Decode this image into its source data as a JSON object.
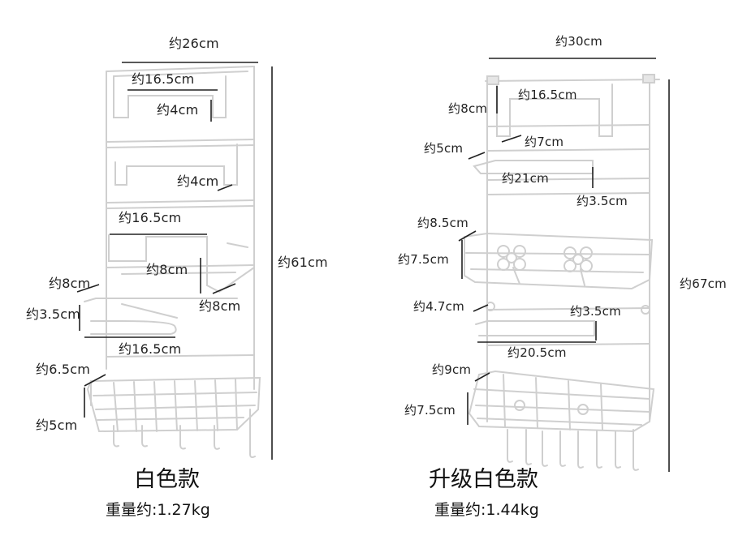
{
  "top_caption": "",
  "left": {
    "title": "白色款",
    "weight": "重量约:1.27kg",
    "dims": {
      "width": "约26cm",
      "hook_top": "约16.5cm",
      "hook_depth": "约4cm",
      "rail_gap": "约4cm",
      "shelf1_width": "约16.5cm",
      "shelf1_depth": "约8cm",
      "shelf1_side": "约8cm",
      "shelf1_height": "约8cm",
      "bar_height": "约3.5cm",
      "bar_width": "约16.5cm",
      "basket_top": "约6.5cm",
      "basket_bottom": "约5cm",
      "height": "约61cm"
    }
  },
  "right": {
    "title": "升级白色款",
    "weight": "重量约:1.44kg",
    "dims": {
      "width": "约30cm",
      "hook_top": "约16.5cm",
      "hook_height": "约8cm",
      "hook_depth": "约7cm",
      "rail_gap": "约5cm",
      "tray_width": "约21cm",
      "tray_height": "约3.5cm",
      "shelf_top": "约8.5cm",
      "shelf_height": "约7.5cm",
      "bar_gap": "约4.7cm",
      "bar_height": "约3.5cm",
      "bar_width": "约20.5cm",
      "basket_top": "约9cm",
      "basket_height": "约7.5cm",
      "height": "约67cm"
    }
  }
}
